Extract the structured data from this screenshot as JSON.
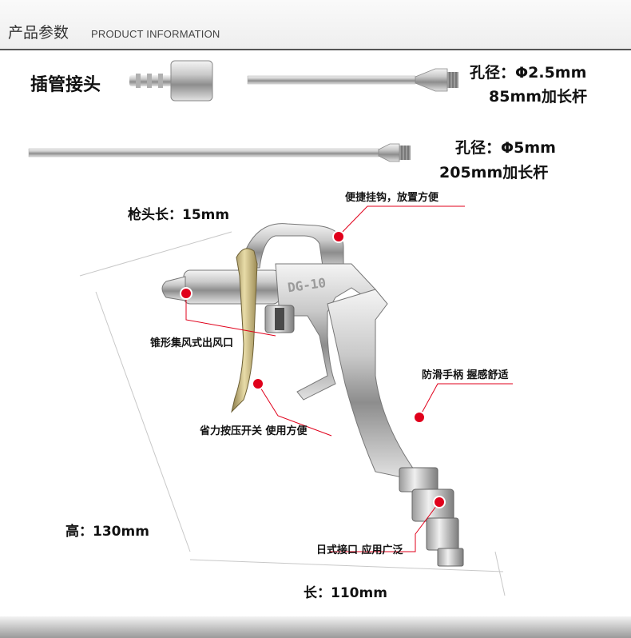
{
  "header": {
    "title_zh": "产品参数",
    "title_en": "PRODUCT INFORMATION"
  },
  "accessories": {
    "hose_connector": "插管接头",
    "rod_short": {
      "bore": "孔径：Φ2.5mm",
      "length": "85mm加长杆"
    },
    "rod_long": {
      "bore": "孔径：Φ5mm",
      "length": "205mm加长杆"
    }
  },
  "dimensions": {
    "nozzle_length": "枪头长：15mm",
    "height": "高：130mm",
    "length": "长：110mm"
  },
  "callouts": {
    "hook": "便捷挂钩，放置方便",
    "nozzle": "锥形集风式出风口",
    "handle": "防滑手柄  握感舒适",
    "trigger": "省力按压开关  使用方便",
    "connector": "日式接口  应用广泛"
  },
  "gun": {
    "model": "DG-10"
  },
  "colors": {
    "callout_dot": "#e0001b",
    "callout_line": "#e0001b",
    "header_line": "#555555"
  }
}
